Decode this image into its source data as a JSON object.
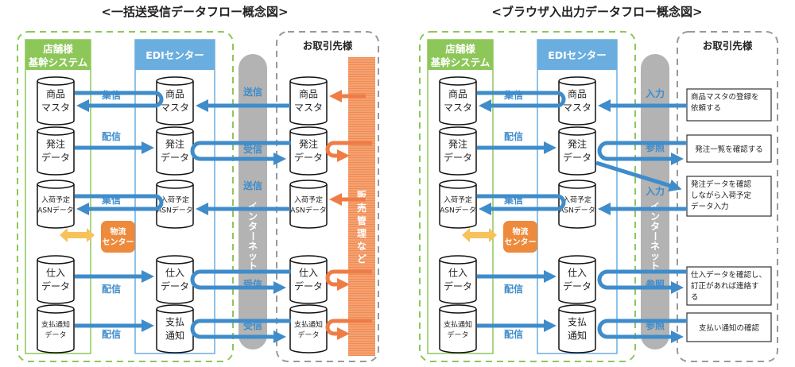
{
  "colors": {
    "flow": "#3f8ccb",
    "store": "#8dc75a",
    "edi": "#6aaee0",
    "internet": "#b3b3b3",
    "partner_system": "#f2915a",
    "logistics": "#ee8a3c",
    "logistics_arrow": "#f7c25a"
  },
  "left": {
    "title": "<一括送受信データフロー概念図>",
    "store_header": [
      "店舗様",
      "基幹システム"
    ],
    "edi_header": "EDIセンター",
    "partner_header": "お取引先様",
    "internet_label": "インターネット",
    "partner_system_label": "販売管理など",
    "logistics": [
      "物流",
      "センター"
    ],
    "store_dbs": [
      [
        "商品",
        "マスタ"
      ],
      [
        "発注",
        "データ"
      ],
      [
        "入荷予定",
        "ASNデータ"
      ],
      [
        "仕入",
        "データ"
      ],
      [
        "支払通知",
        "データ"
      ]
    ],
    "edi_dbs": [
      [
        "商品",
        "マスタ"
      ],
      [
        "発注",
        "データ"
      ],
      [
        "入荷予定",
        "ASNデータ"
      ],
      [
        "仕入",
        "データ"
      ],
      [
        "支払",
        "通知"
      ]
    ],
    "partner_dbs": [
      [
        "商品",
        "マスタ"
      ],
      [
        "発注",
        "データ"
      ],
      [
        "入荷予定",
        "ASNデータ"
      ],
      [
        "仕入",
        "データ"
      ],
      [
        "支払通知",
        "データ"
      ]
    ],
    "inner_labels": [
      "集信",
      "配信",
      "集信",
      "配信",
      "配信"
    ],
    "net_labels": [
      "送信",
      "受信",
      "送信",
      "受信",
      "受信"
    ]
  },
  "right": {
    "title": "<ブラウザ入出力データフロー概念図>",
    "store_header": [
      "店舗様",
      "基幹システム"
    ],
    "edi_header": "EDIセンター",
    "partner_header": "お取引先様",
    "internet_label": "インターネット",
    "logistics": [
      "物流",
      "センター"
    ],
    "store_dbs": [
      [
        "商品",
        "マスタ"
      ],
      [
        "発注",
        "データ"
      ],
      [
        "入荷予定",
        "ASNデータ"
      ],
      [
        "仕入",
        "データ"
      ],
      [
        "支払通知",
        "データ"
      ]
    ],
    "edi_dbs": [
      [
        "商品",
        "マスタ"
      ],
      [
        "発注",
        "データ"
      ],
      [
        "入荷予定",
        "ASNデータ"
      ],
      [
        "仕入",
        "データ"
      ],
      [
        "支払",
        "通知"
      ]
    ],
    "inner_labels": [
      "集信",
      "配信",
      "集信",
      "配信",
      "配信"
    ],
    "net_labels": [
      "入力",
      "参照",
      "入力",
      "参照",
      "参照"
    ],
    "partner_tasks": [
      [
        "商品マスタの登録を",
        "依頼する"
      ],
      [
        "発注一覧を確認する"
      ],
      [
        "発注データを確認",
        "しながら入荷予定",
        "データ入力"
      ],
      [
        "仕入データを確認し、",
        "訂正があれば連絡す",
        "る"
      ],
      [
        "支払い通知の確認"
      ]
    ]
  }
}
